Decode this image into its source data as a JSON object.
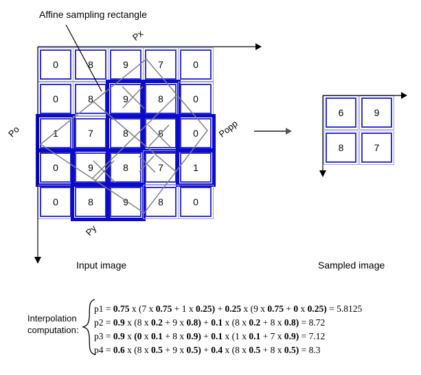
{
  "title": "Affine sampling rectangle",
  "colors": {
    "cell_border": "#3232cf",
    "cell_halo": "#9b9beb",
    "highlight_border": "#0b0bcc",
    "overlay_gray": "#808080",
    "axis_black": "#000000"
  },
  "input_image": {
    "caption": "Input image",
    "axes": {
      "top": "Px",
      "left": "Po",
      "diagonal": "Popp",
      "bottom": "Py"
    },
    "rows": [
      [
        0,
        8,
        9,
        7,
        0
      ],
      [
        0,
        8,
        9,
        8,
        0
      ],
      [
        1,
        7,
        8,
        8,
        0
      ],
      [
        0,
        9,
        8,
        7,
        1
      ],
      [
        0,
        8,
        9,
        8,
        0
      ]
    ],
    "thick_cells": [
      [
        2,
        3
      ],
      [
        2,
        4
      ],
      [
        3,
        1
      ],
      [
        3,
        3
      ],
      [
        3,
        4
      ],
      [
        3,
        5
      ],
      [
        4,
        1
      ],
      [
        4,
        2
      ],
      [
        4,
        3
      ],
      [
        4,
        5
      ],
      [
        5,
        2
      ],
      [
        5,
        3
      ]
    ]
  },
  "sampled_image": {
    "caption": "Sampled image",
    "rows": [
      [
        6,
        9
      ],
      [
        8,
        7
      ]
    ]
  },
  "interpolation": {
    "label_line1": "Interpolation",
    "label_line2": "computation:",
    "formulas": [
      "p1 = 0.75 x (7 x 0.75 + 1 x 0.25) + 0.25 x (9 x 0.75 + 0 x 0.25) = 5.8125",
      "p2 = 0.9 x (8 x 0.2 + 9 x 0.8) + 0.1 x (8 x 0.2 + 8 x 0.8) = 8.72",
      "p3 = 0.9 x (0 x 0.1 + 8 x 0.9) + 0.1 x (1 x 0.1 + 7 x 0.9) = 7.12",
      "p4 = 0.6 x (8 x 0.5 + 9 x 0.5) + 0.4 x (8 x 0.5 + 8 x 0.5) = 8.3"
    ]
  }
}
